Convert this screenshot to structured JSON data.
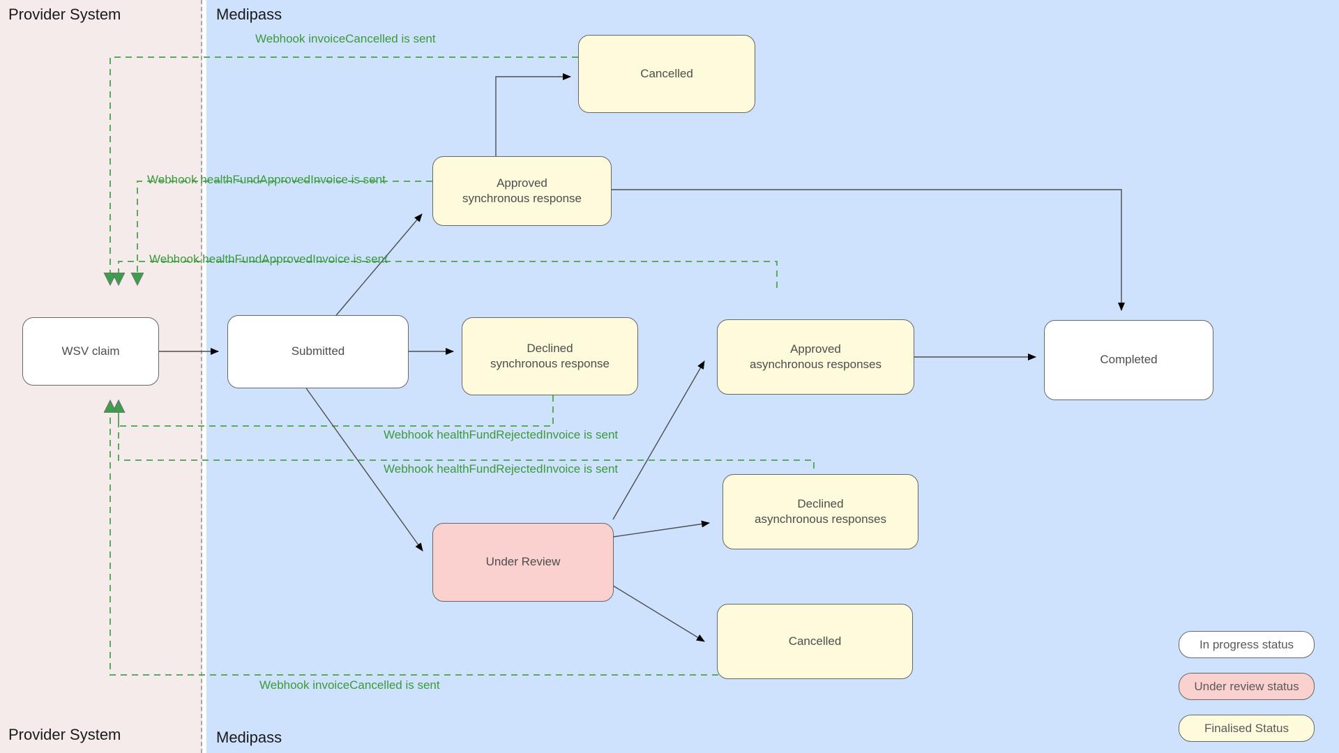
{
  "lanes": {
    "provider": {
      "title_top": "Provider System",
      "title_bottom": "Provider System",
      "bg": "#f5ebeb"
    },
    "medipass": {
      "title_top": "Medipass",
      "title_bottom": "Medipass",
      "bg": "#cfe2fd"
    }
  },
  "colors": {
    "in_progress": "#ffffff",
    "under_review": "#fad1ce",
    "finalised": "#fdfbdc",
    "webhook_text": "#3a9a3a",
    "webhook_line": "#57ab5a",
    "edge": "#4d4d4d",
    "node_border": "#666666"
  },
  "nodes": [
    {
      "id": "wsv-claim",
      "label": "WSV claim",
      "status": "in_progress"
    },
    {
      "id": "submitted",
      "label": "Submitted",
      "status": "in_progress"
    },
    {
      "id": "cancelled-top",
      "label": "Cancelled",
      "status": "finalised"
    },
    {
      "id": "approved-sync",
      "label": "Approved\nsynchronous response",
      "status": "finalised"
    },
    {
      "id": "declined-sync",
      "label": "Declined\nsynchronous response",
      "status": "finalised"
    },
    {
      "id": "approved-async",
      "label": "Approved\nasynchronous responses",
      "status": "finalised"
    },
    {
      "id": "completed",
      "label": "Completed",
      "status": "in_progress"
    },
    {
      "id": "under-review",
      "label": "Under Review",
      "status": "under_review"
    },
    {
      "id": "declined-async",
      "label": "Declined\nasynchronous responses",
      "status": "finalised"
    },
    {
      "id": "cancelled-bottom",
      "label": "Cancelled",
      "status": "finalised"
    }
  ],
  "webhooks": [
    {
      "id": "wh-invoice-cancelled-top",
      "text": "Webhook invoiceCancelled is sent"
    },
    {
      "id": "wh-approved-invoice-1",
      "text": "Webhook healthFundApprovedInvoice is sent"
    },
    {
      "id": "wh-approved-invoice-2",
      "text": "Webhook healthFundApprovedInvoice is sent"
    },
    {
      "id": "wh-rejected-invoice-1",
      "text": "Webhook healthFundRejectedInvoice is sent"
    },
    {
      "id": "wh-rejected-invoice-2",
      "text": "Webhook healthFundRejectedInvoice is sent"
    },
    {
      "id": "wh-invoice-cancelled-bottom",
      "text": "Webhook invoiceCancelled is sent"
    }
  ],
  "legend": [
    {
      "id": "legend-in-progress",
      "label": "In progress status",
      "status": "in_progress"
    },
    {
      "id": "legend-under-review",
      "label": "Under review status",
      "status": "under_review"
    },
    {
      "id": "legend-finalised",
      "label": "Finalised Status",
      "status": "finalised"
    }
  ]
}
